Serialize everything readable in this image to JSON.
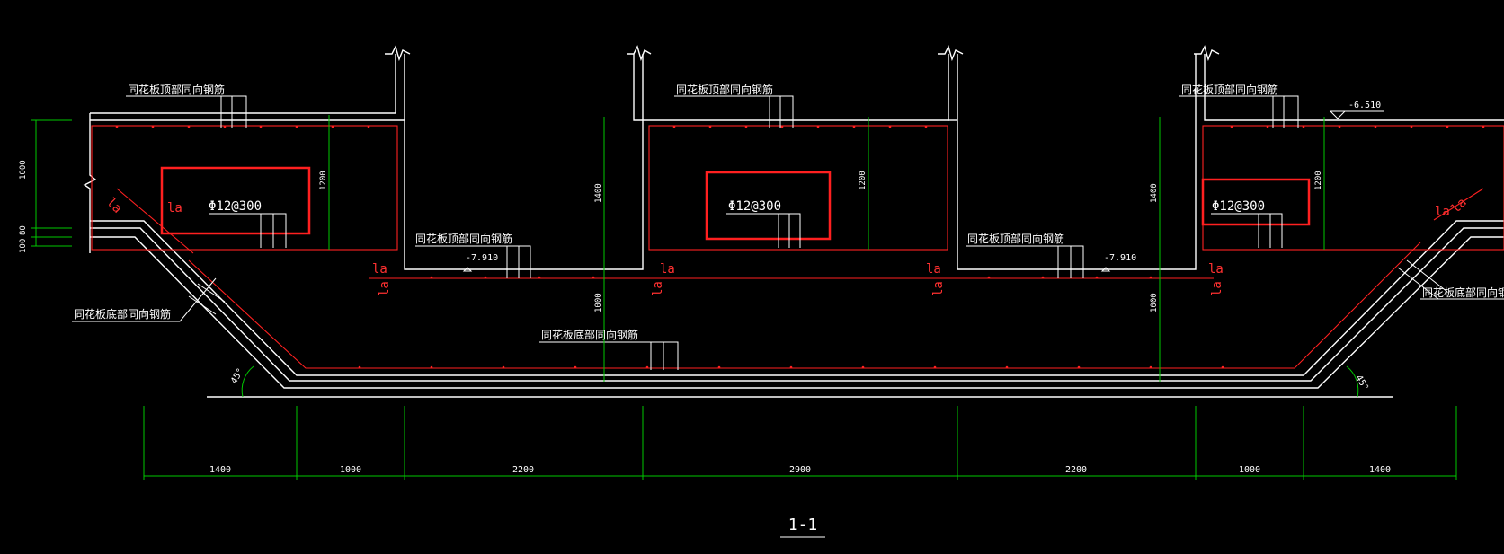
{
  "drawing": {
    "section_title": "1-1",
    "notes": {
      "top_left": "同花板顶部同向钢筋",
      "top_mid": "同花板顶部同向钢筋",
      "top_right": "同花板顶部同向钢筋",
      "mid_left": "同花板顶部同向钢筋",
      "mid_right": "同花板顶部同向钢筋",
      "bottom_left": "同花板底部同向钢筋",
      "bottom_mid": "同花板底部同向钢筋",
      "bottom_right": "同花板底部同向钢"
    },
    "rebar": {
      "left": "Φ12@300",
      "mid": "Φ12@300",
      "right": "Φ12@300"
    },
    "elevations": {
      "left": "-7.910",
      "right": "-7.910",
      "top_right": "-6.510"
    },
    "anchorage_label": "la",
    "angle_label": "45°",
    "vertical_dims": {
      "left_1000": "1000",
      "left_80": "80",
      "left_100": "100",
      "d1200_a": "1200",
      "d1400_a": "1400",
      "d1000_a": "1000",
      "d1200_b": "1200",
      "d1400_b": "1400",
      "d1000_b": "1000",
      "d1200_c": "1200"
    },
    "horizontal_dims": [
      "1400",
      "1000",
      "2200",
      "2900",
      "2200",
      "1000",
      "1400"
    ]
  },
  "colors": {
    "background": "#000000",
    "structure": "#ffffff",
    "rebar": "#ff2020",
    "highlight": "#ff2020",
    "dimension": "#00c800"
  }
}
